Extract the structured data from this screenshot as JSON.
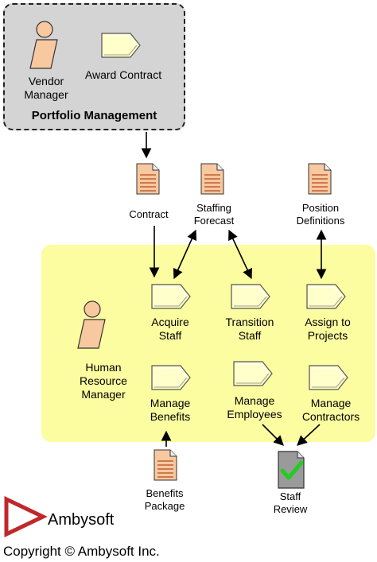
{
  "portfolio": {
    "title": "Portfolio Management",
    "vendor_manager": "Vendor\nManager",
    "award_contract": "Award Contract"
  },
  "artifacts": {
    "contract": "Contract",
    "staffing_forecast": "Staffing\nForecast",
    "position_definitions": "Position\nDefinitions",
    "benefits_package": "Benefits\nPackage",
    "staff_review": "Staff\nReview"
  },
  "hr": {
    "role": "Human\nResource\nManager",
    "tasks": {
      "acquire_staff": "Acquire\nStaff",
      "transition_staff": "Transition\nStaff",
      "assign_to_projects": "Assign to\nProjects",
      "manage_benefits": "Manage\nBenefits",
      "manage_employees": "Manage\nEmployees",
      "manage_contractors": "Manage\nContractors"
    }
  },
  "branding": {
    "logo_text": "Ambysoft",
    "copyright": "Copyright © Ambysoft Inc."
  },
  "colors": {
    "portfolio_fill": "#d4d4d4",
    "hr_fill": "#fcfca0",
    "task_fill": "#ffffcc",
    "actor_fill": "#f8c8a0",
    "document_fill": "#f8c8a0",
    "logo_red": "#c0282a",
    "check_green": "#22cc22"
  }
}
